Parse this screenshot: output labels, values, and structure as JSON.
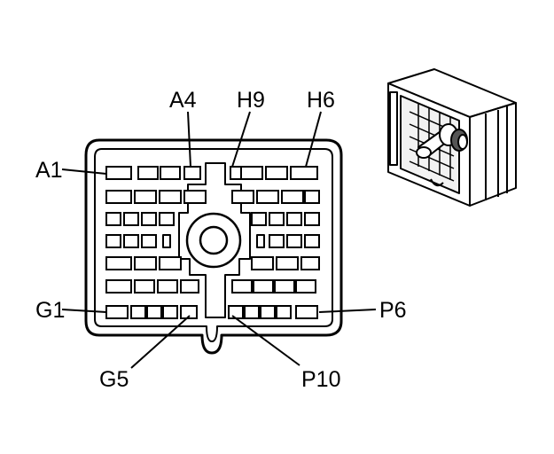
{
  "connector_face": {
    "pin_labels": {
      "a1": "A1",
      "a4": "A4",
      "h9": "H9",
      "h6": "H6",
      "g1": "G1",
      "p6": "P6",
      "g5": "G5",
      "p10": "P10"
    }
  },
  "colors": {
    "line": "#000000",
    "background": "#ffffff",
    "shade": "#555555"
  }
}
